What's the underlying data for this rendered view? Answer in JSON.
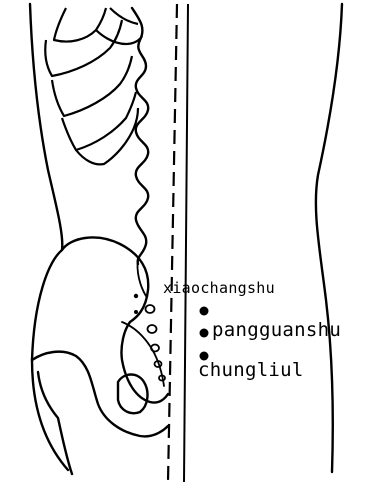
{
  "labels": {
    "xiaochangshu": "xiaochangshu",
    "pangguanshu": "pangguanshu",
    "chungliu": "chungliul"
  },
  "colors": {
    "ink": "#000000",
    "background": "#ffffff"
  }
}
